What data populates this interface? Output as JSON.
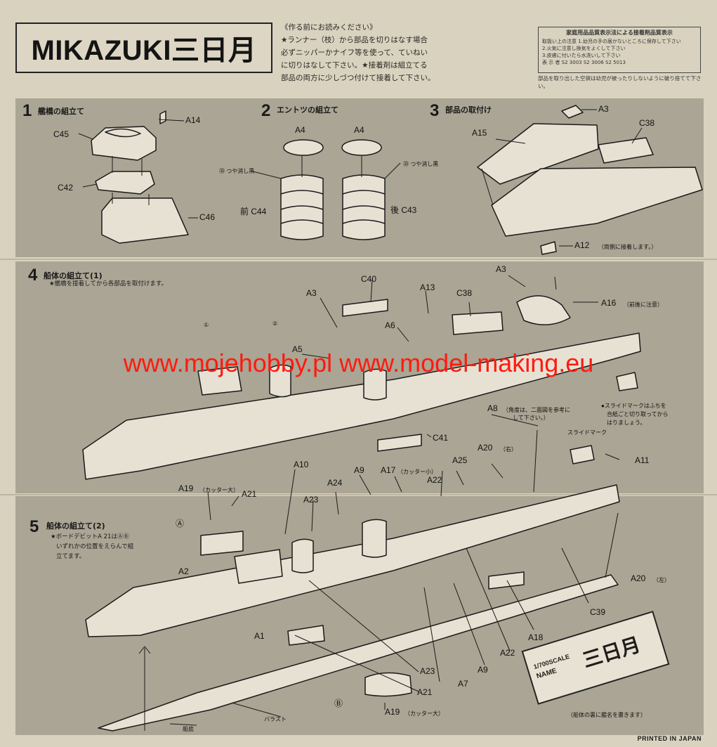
{
  "header": {
    "title": "MIKAZUKI三日月",
    "intro": [
      "《作る前にお読みください》",
      "★ランナー（枝）から部品を切りはなす場合",
      "必ずニッパーかナイフ等を使って、ていねい",
      "に切りはなして下さい。★接着剤は組立てる",
      "部品の両方に少しづつ付けて接着して下さい。"
    ],
    "notice_title": "家庭用品品質表示法による接着剤品質表示",
    "notice_lines": [
      "取扱い上の注意  1.幼児の手の届かないところに保存して下さい",
      "2.火気に注意し換気をよくして下さい",
      "3.皮膚に付いたら水洗いして下さい",
      "表  示  者   S2 3003   S2 3006   S2 5013"
    ],
    "notice_under": "部品を取り出した空袋は幼児が被ったりしないように破り捨てて下さい。"
  },
  "step1": {
    "number": "1",
    "title": "艦橋の組立て",
    "labels": [
      "A14",
      "C45",
      "C42",
      "C46"
    ]
  },
  "step2": {
    "number": "2",
    "title": "エントツの組立て",
    "a4_left": "A4",
    "a4_right": "A4",
    "paint_left": "㉝ つや消し黒",
    "paint_right": "㉝ つや消し黒",
    "front": "前 C44",
    "rear": "後 C43"
  },
  "step3": {
    "number": "3",
    "title": "部品の取付け",
    "a3": "A3",
    "a15": "A15",
    "c38": "C38",
    "a12": "A12",
    "a12_note": "（両側に接着します。）"
  },
  "step4": {
    "number": "4",
    "title": "船体の組立て(1)",
    "note": "★艦橋を接着してから各部品を取付けます。",
    "labels": {
      "a3_top": "A3",
      "a3_mid": "A3",
      "c40": "C40",
      "a13": "A13",
      "c38": "C38",
      "a6": "A6",
      "a5": "A5",
      "a16": "A16",
      "a16_note": "（前後に注意）",
      "c41": "C41",
      "mark1": "①",
      "mark2": "②"
    },
    "a8": "A8",
    "a8_note_1": "（角度は、二面図を参考に",
    "a8_note_2": "して下さい。）",
    "slide_note_1": "●スライドマークはふちを",
    "slide_note_2": "合紙ごと切り取ってから",
    "slide_note_3": "はりましょう。",
    "slide_mark": "スライドマーク",
    "a11": "A11",
    "a20_right": "A20",
    "a20_right_note": "（右）"
  },
  "step5": {
    "number": "5",
    "title": "船体の組立て(2)",
    "note": [
      "★ボードデビットA 21はⒶⒷ",
      "いずれかの位置をえらんで組",
      "立てます。"
    ],
    "labels": {
      "a10": "A10",
      "a9_top": "A9",
      "a17": "A17",
      "a17_note": "（カッター小）",
      "a25": "A25",
      "a19_top": "A19",
      "a19_top_note": "（カッター大）",
      "a21_top": "A21",
      "a24": "A24",
      "a22_top": "A22",
      "a23_top": "A23",
      "pos_a": "Ⓐ",
      "a2": "A2",
      "a20_left": "A20",
      "a20_left_note": "（左）",
      "c39": "C39",
      "a1": "A1",
      "a18": "A18",
      "a22_bottom": "A22",
      "a23_bottom": "A23",
      "a9_bottom": "A9",
      "a7": "A7",
      "a21_bottom": "A21",
      "a19_bottom": "A19",
      "a19_bottom_note": "（カッター大）",
      "pos_b": "Ⓑ",
      "ballast": "バラスト",
      "bottom": "船底"
    },
    "nameplate_scale": "1/700SCALE",
    "nameplate_name": "NAME",
    "nameplate_kanji": "三日月",
    "name_note": "（船体の裏に艦名を書きます）"
  },
  "watermark": "www.mojehobby.pl www.model-making.eu",
  "footer": "PRINTED IN JAPAN",
  "colors": {
    "paper": "#d9d2bf",
    "panel": "#aaa594",
    "watermark": "#ff1a10"
  }
}
